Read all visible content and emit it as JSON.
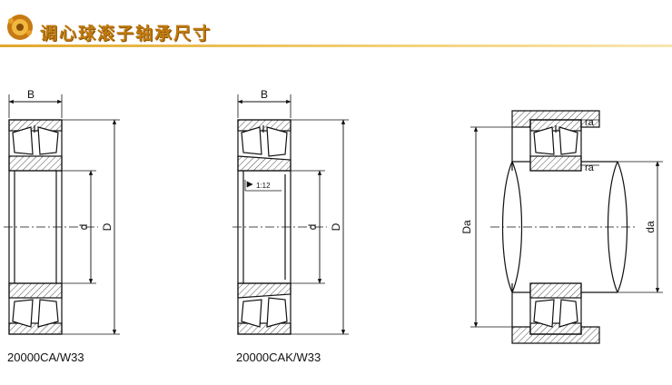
{
  "header": {
    "title": "调心球滚子轴承尺寸",
    "logo_icon": "bearing-logo-icon",
    "accent_color": "#d4961e"
  },
  "fig1": {
    "width_label": "B",
    "bore_label": "d",
    "outer_label": "D",
    "caption": "20000CA/W33"
  },
  "fig2": {
    "width_label": "B",
    "bore_label": "d",
    "outer_label": "D",
    "taper_label": "1:12",
    "caption": "20000CAK/W33"
  },
  "fig3": {
    "housing_dia_label": "Da",
    "shaft_dia_label": "da",
    "fillet_label_top": "ra",
    "fillet_label_bottom": "ra"
  }
}
